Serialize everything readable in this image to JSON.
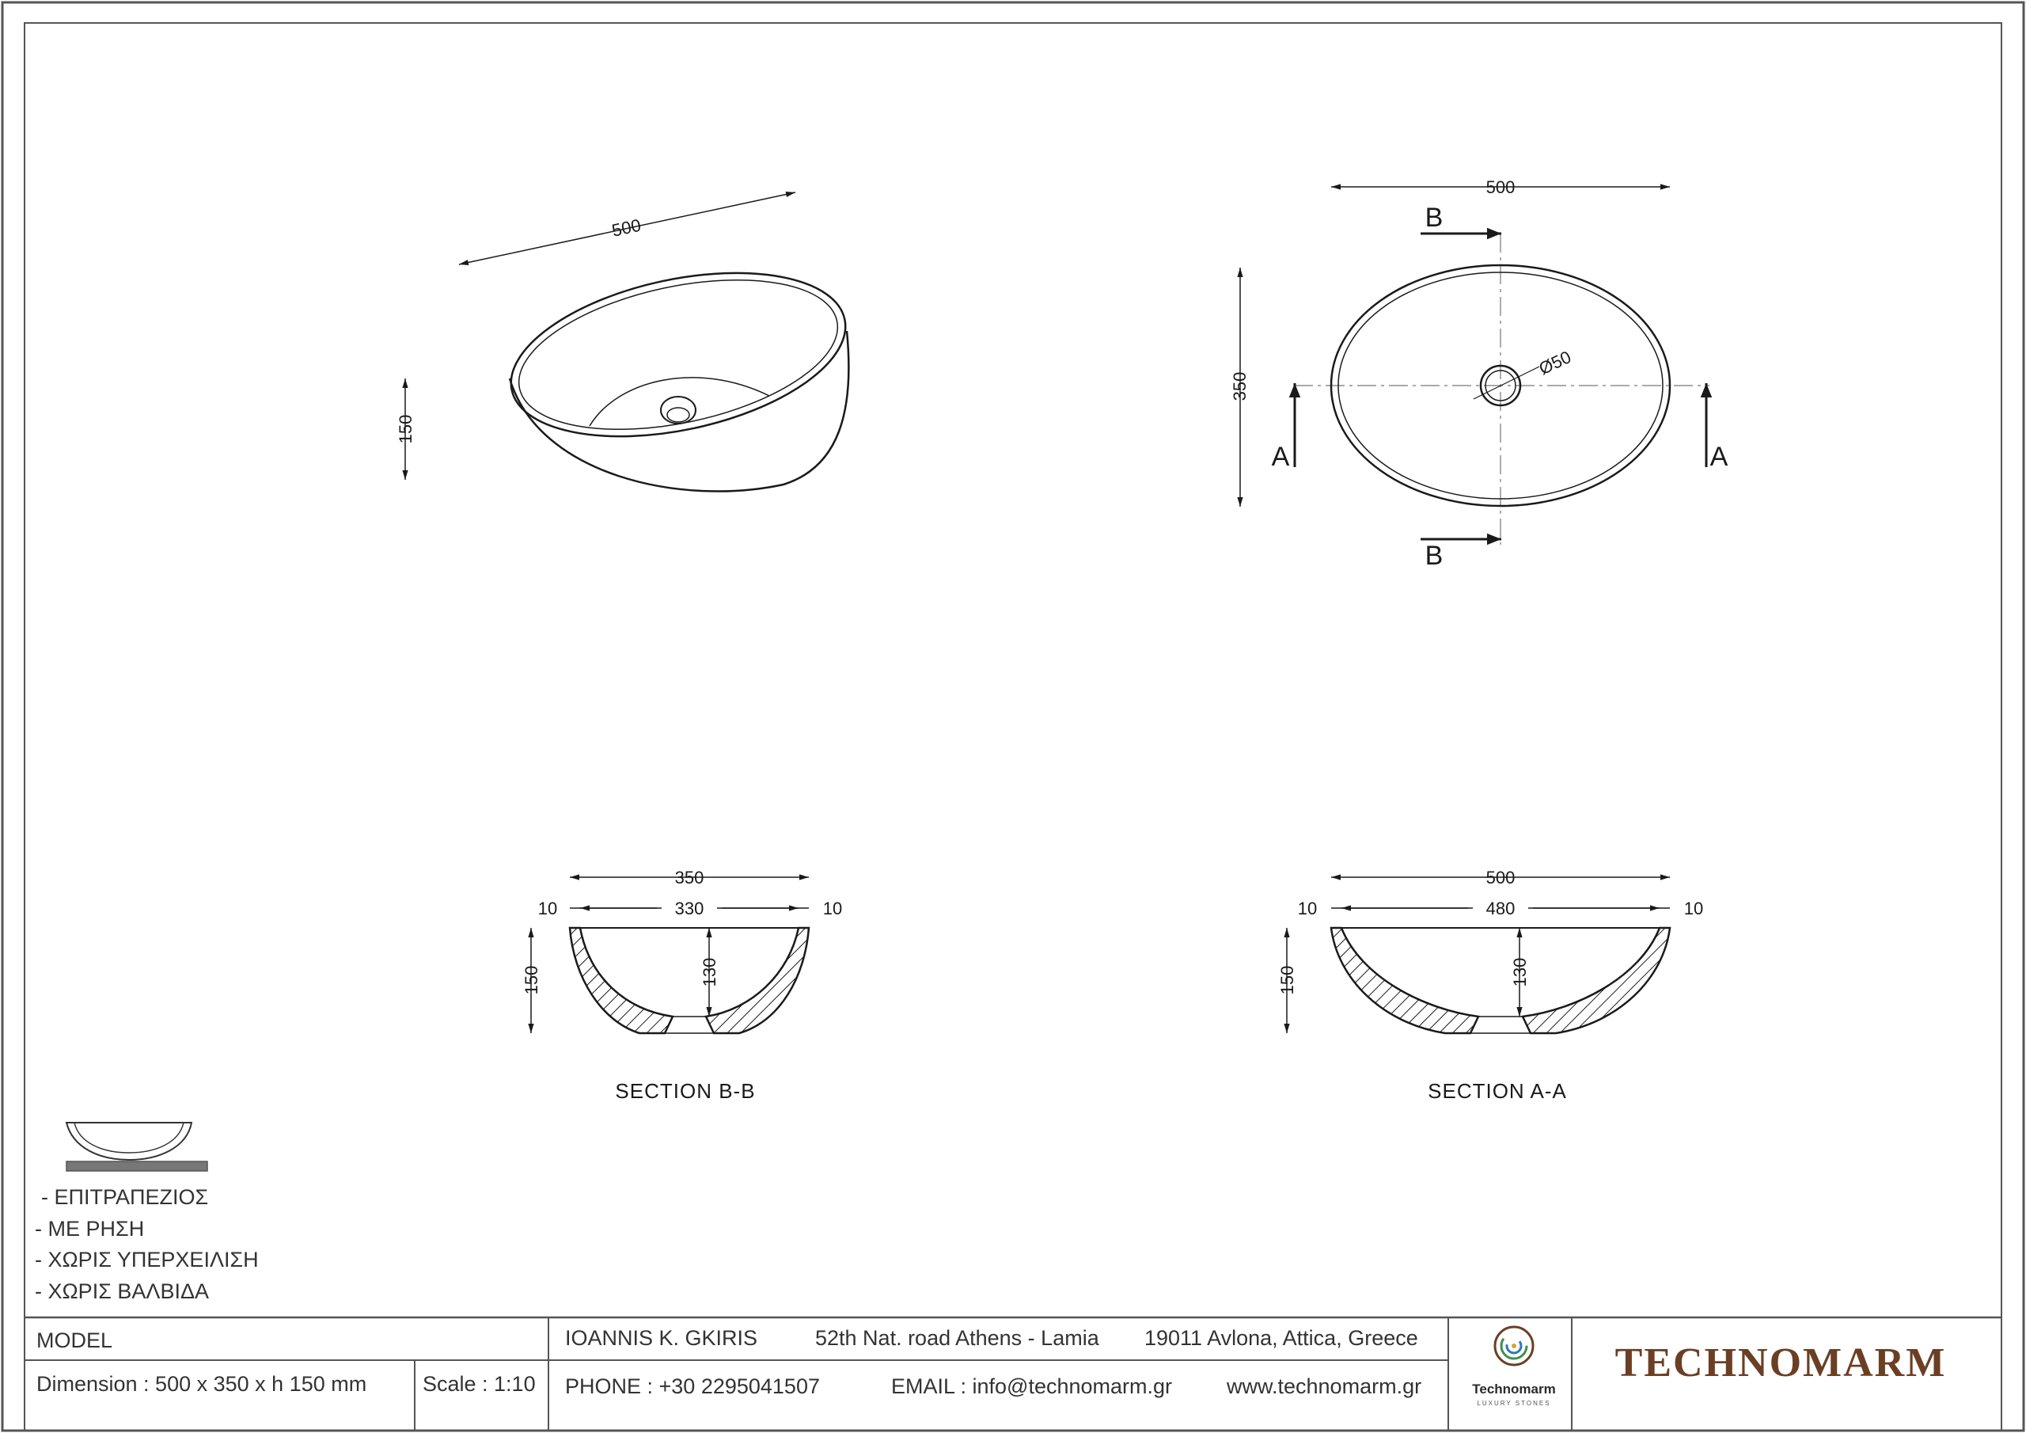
{
  "views": {
    "isometric": {
      "dim_length": "500",
      "dim_height": "150"
    },
    "plan": {
      "dim_width": "500",
      "dim_depth": "350",
      "drain": "Ø50",
      "cut_b_top": "B",
      "cut_b_bottom": "B",
      "cut_a_left": "A",
      "cut_a_right": "A"
    },
    "section_bb": {
      "title": "SECTION  B-B",
      "outer": "350",
      "inner": "330",
      "wall_left": "10",
      "wall_right": "10",
      "height": "150",
      "inner_height": "130"
    },
    "section_aa": {
      "title": "SECTION  A-A",
      "outer": "500",
      "inner": "480",
      "wall_left": "10",
      "wall_right": "10",
      "height": "150",
      "inner_height": "130"
    }
  },
  "notes": [
    "- ΕΠΙΤΡΑΠΕΖΙΟΣ",
    "-  ΜΕ ΡΗΣΗ",
    "-  ΧΩΡΙΣ ΥΠΕΡΧΕΙΛΙΣΗ",
    "-  ΧΩΡΙΣ ΒΑΛΒΙΔΑ"
  ],
  "title_block": {
    "model_label": "MODEL",
    "dimension": "Dimension :  500 x 350 x h 150 mm",
    "scale": "Scale : 1:10",
    "company": "IOANNIS K. GKIRIS",
    "road": "52th Nat. road Athens - Lamia",
    "city": "19011 Avlona, Attica, Greece",
    "phone": "PHONE : +30 2295041507",
    "email": "EMAIL : info@technomarm.gr",
    "web": "www.technomarm.gr",
    "logo_name": "Technomarm",
    "logo_tagline": "LUXURY STONES",
    "brand": "TECHNOMARM"
  },
  "colors": {
    "line": "#1a1a1a",
    "brand": "#6b3f24",
    "frame": "#555555"
  }
}
